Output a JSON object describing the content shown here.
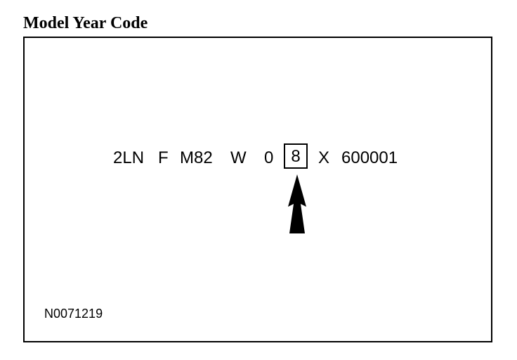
{
  "title": "Model Year Code",
  "vin": {
    "part1": "2LN",
    "part2": "F",
    "part3": "M82",
    "part4": "W",
    "part5": "0",
    "model_year_digit": "8",
    "part7": "X",
    "part8": "600001"
  },
  "reference_code": "N0071219",
  "colors": {
    "ink": "#000000",
    "background": "#ffffff"
  }
}
